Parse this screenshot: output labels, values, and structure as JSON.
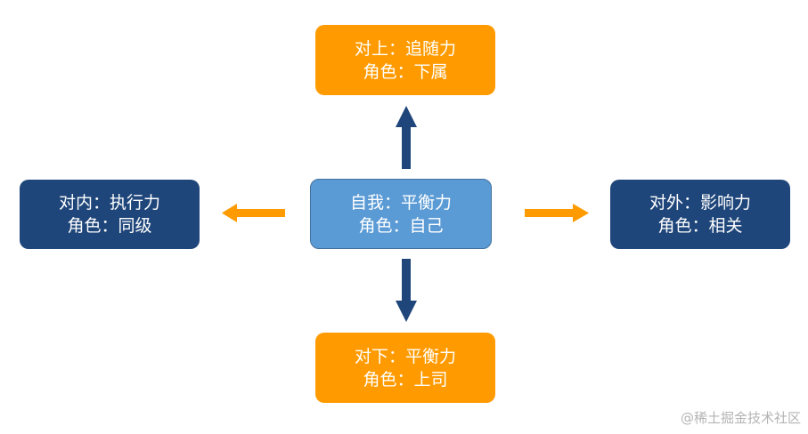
{
  "nodes": {
    "top": {
      "line1": "对上：追随力",
      "line2": "角色：下属"
    },
    "center": {
      "line1": "自我：平衡力",
      "line2": "角色：自己"
    },
    "left": {
      "line1": "对内：执行力",
      "line2": "角色：同级"
    },
    "right": {
      "line1": "对外：影响力",
      "line2": "角色：相关"
    },
    "bottom": {
      "line1": "对下：平衡力",
      "line2": "角色：上司"
    }
  },
  "colors": {
    "orange": "#FF9B00",
    "navy": "#1F467A",
    "center_blue": "#5B9BD5",
    "vertical_arrow": "#1F467A",
    "horizontal_arrow": "#FF9B00"
  },
  "watermark": "@稀土掘金技术社区"
}
